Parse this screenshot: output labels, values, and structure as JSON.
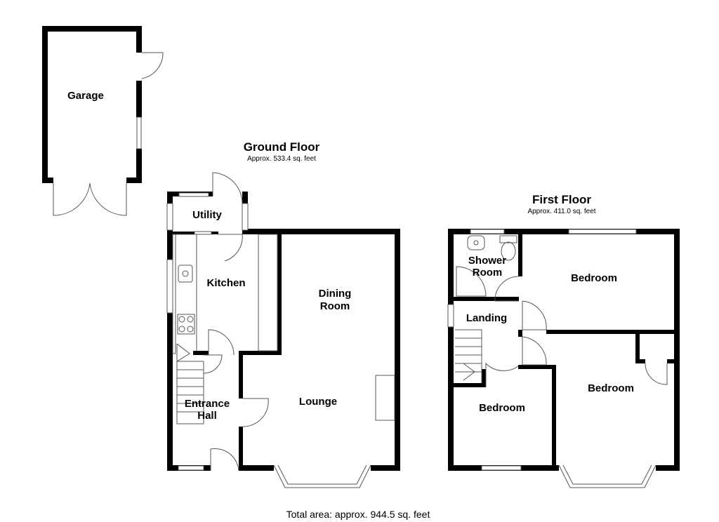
{
  "plans": {
    "ground": {
      "title": "Ground Floor",
      "area": "Approx. 533.4 sq. feet"
    },
    "first": {
      "title": "First Floor",
      "area": "Approx. 411.0 sq. feet"
    },
    "total": "Total area: approx. 944.5 sq. feet"
  },
  "rooms": {
    "garage": "Garage",
    "utility": "Utility",
    "kitchen": "Kitchen",
    "dining_1": "Dining",
    "dining_2": "Room",
    "lounge": "Lounge",
    "entrance_1": "Entrance",
    "entrance_2": "Hall",
    "shower_1": "Shower",
    "shower_2": "Room",
    "landing": "Landing",
    "bedroom_1": "Bedroom",
    "bedroom_2": "Bedroom",
    "bedroom_3": "Bedroom"
  },
  "colors": {
    "wall": "#000000",
    "fixture": "#555555"
  }
}
